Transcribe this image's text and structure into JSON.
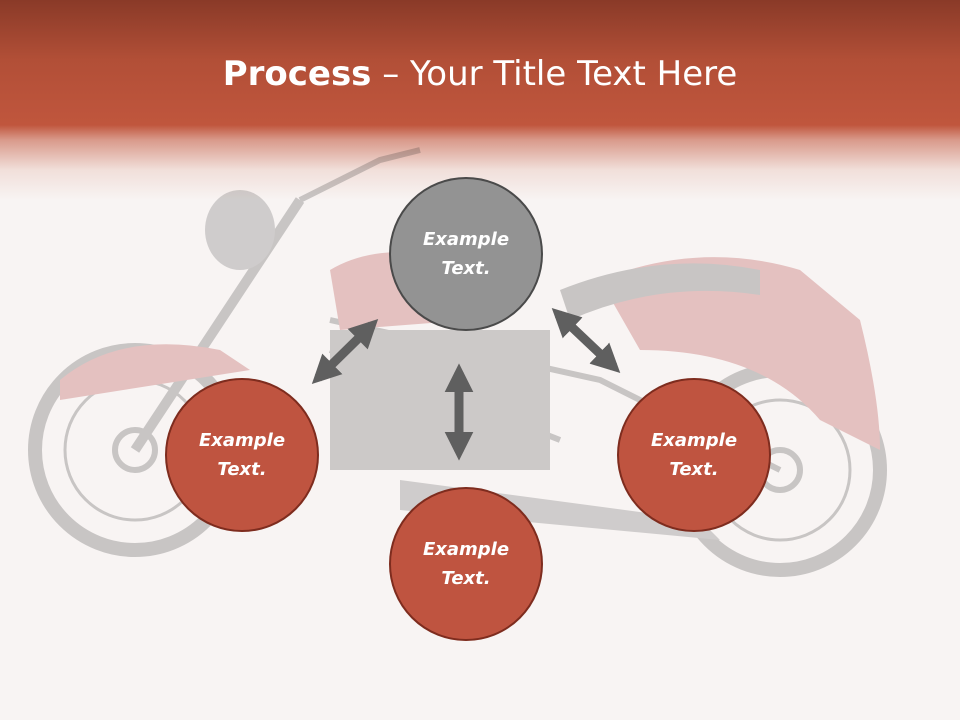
{
  "title": {
    "bold": "Process",
    "rest": " – Your Title Text Here"
  },
  "colors": {
    "header": "#b24f37",
    "node_gray": "#939393",
    "node_red": "#bf5440",
    "arrow": "#5f5f5f"
  },
  "nodes": {
    "top": "Example\nText.",
    "left": "Example\nText.",
    "right": "Example\nText.",
    "bottom": "Example\nText."
  },
  "background_image": "motorcycle"
}
